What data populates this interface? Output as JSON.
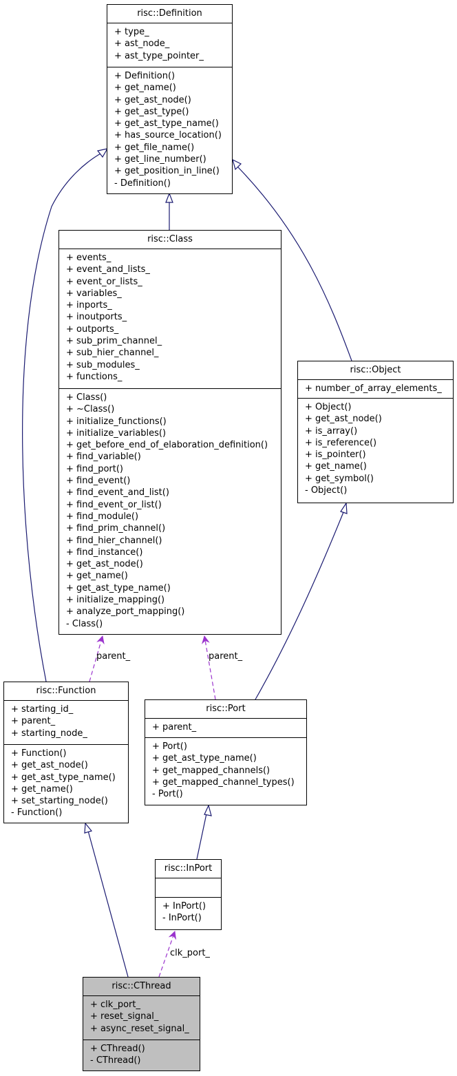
{
  "classes": {
    "definition": {
      "title": "risc::Definition",
      "attributes": [
        "+ type_",
        "+ ast_node_",
        "+ ast_type_pointer_"
      ],
      "methods": [
        "+ Definition()",
        "+ get_name()",
        "+ get_ast_node()",
        "+ get_ast_type()",
        "+ get_ast_type_name()",
        "+ has_source_location()",
        "+ get_file_name()",
        "+ get_line_number()",
        "+ get_position_in_line()",
        "- Definition()"
      ]
    },
    "class": {
      "title": "risc::Class",
      "attributes": [
        "+ events_",
        "+ event_and_lists_",
        "+ event_or_lists_",
        "+ variables_",
        "+ inports_",
        "+ inoutports_",
        "+ outports_",
        "+ sub_prim_channel_",
        "+ sub_hier_channel_",
        "+ sub_modules_",
        "+ functions_"
      ],
      "methods": [
        "+ Class()",
        "+ ~Class()",
        "+ initialize_functions()",
        "+ initialize_variables()",
        "+ get_before_end_of_elaboration_definition()",
        "+ find_variable()",
        "+ find_port()",
        "+ find_event()",
        "+ find_event_and_list()",
        "+ find_event_or_list()",
        "+ find_module()",
        "+ find_prim_channel()",
        "+ find_hier_channel()",
        "+ find_instance()",
        "+ get_ast_node()",
        "+ get_name()",
        "+ get_ast_type_name()",
        "+ initialize_mapping()",
        "+ analyze_port_mapping()",
        "- Class()"
      ]
    },
    "object": {
      "title": "risc::Object",
      "attributes": [
        "+ number_of_array_elements_"
      ],
      "methods": [
        "+ Object()",
        "+ get_ast_node()",
        "+ is_array()",
        "+ is_reference()",
        "+ is_pointer()",
        "+ get_name()",
        "+ get_symbol()",
        "- Object()"
      ]
    },
    "function": {
      "title": "risc::Function",
      "attributes": [
        "+ starting_id_",
        "+ parent_",
        "+ starting_node_"
      ],
      "methods": [
        "+ Function()",
        "+ get_ast_node()",
        "+ get_ast_type_name()",
        "+ get_name()",
        "+ set_starting_node()",
        "- Function()"
      ]
    },
    "port": {
      "title": "risc::Port",
      "attributes": [
        "+ parent_"
      ],
      "methods": [
        "+ Port()",
        "+ get_ast_type_name()",
        "+ get_mapped_channels()",
        "+ get_mapped_channel_types()",
        "- Port()"
      ]
    },
    "inport": {
      "title": "risc::InPort",
      "attributes": [],
      "methods": [
        "+ InPort()",
        "- InPort()"
      ]
    },
    "cthread": {
      "title": "risc::CThread",
      "attributes": [
        "+ clk_port_",
        "+ reset_signal_",
        "+ async_reset_signal_"
      ],
      "methods": [
        "+ CThread()",
        "- CThread()"
      ]
    }
  },
  "edge_labels": {
    "function_parent": "parent_",
    "port_parent": "parent_",
    "cthread_clk": "clk_port_"
  },
  "colors": {
    "inheritance": "#191970",
    "association": "#9a32cd",
    "highlight": "#bfbfbf"
  }
}
